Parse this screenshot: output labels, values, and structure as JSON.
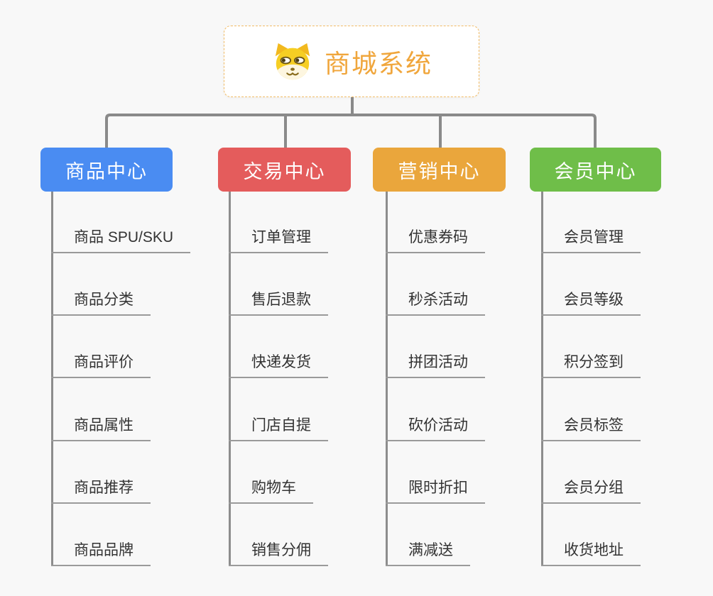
{
  "root": {
    "title": "商城系统",
    "icon": "dog-icon",
    "text_color": "#f0a63c",
    "border_color": "#f2bc66"
  },
  "branches": [
    {
      "label": "商品中心",
      "color": "#4a8cf2",
      "items": [
        "商品 SPU/SKU",
        "商品分类",
        "商品评价",
        "商品属性",
        "商品推荐",
        "商品品牌"
      ]
    },
    {
      "label": "交易中心",
      "color": "#e45c5c",
      "items": [
        "订单管理",
        "售后退款",
        "快递发货",
        "门店自提",
        "购物车",
        "销售分佣"
      ]
    },
    {
      "label": "营销中心",
      "color": "#eaa63c",
      "items": [
        "优惠券码",
        "秒杀活动",
        "拼团活动",
        "砍价活动",
        "限时折扣",
        "满减送"
      ]
    },
    {
      "label": "会员中心",
      "color": "#6fbe49",
      "items": [
        "会员管理",
        "会员等级",
        "积分签到",
        "会员标签",
        "会员分组",
        "收货地址"
      ]
    }
  ],
  "connector_color": "#8a8a8a",
  "underline_color": "#9a9a9a",
  "item_text_color": "#333333",
  "background_color": "#f8f8f8"
}
